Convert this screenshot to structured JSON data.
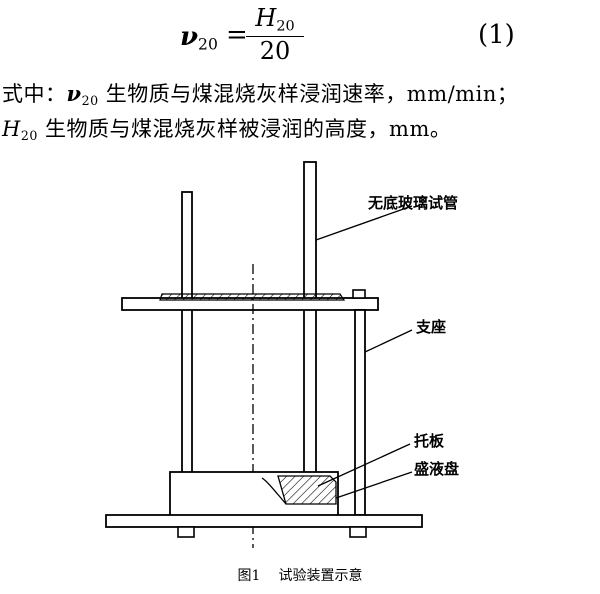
{
  "formula": {
    "lhs_symbol": "ν",
    "lhs_sub": "20",
    "equals": "=",
    "numerator_symbol": "H",
    "numerator_sub": "20",
    "denominator": "20",
    "equation_number": "(1)"
  },
  "definitions": {
    "line1_prefix": "式中：",
    "line1_symbol": "ν",
    "line1_sub": "20",
    "line1_text": " 生物质与煤混烧灰样浸润速率，mm/min；",
    "line2_symbol": "H",
    "line2_sub": "20",
    "line2_text": " 生物质与煤混烧灰样被浸润的高度，mm。"
  },
  "figure": {
    "labels": {
      "glass_tube": "无底玻璃试管",
      "support": "支座",
      "tray": "托板",
      "liquid_dish": "盛液盘"
    },
    "caption_number": "图1",
    "caption_text": "试验装置示意"
  }
}
